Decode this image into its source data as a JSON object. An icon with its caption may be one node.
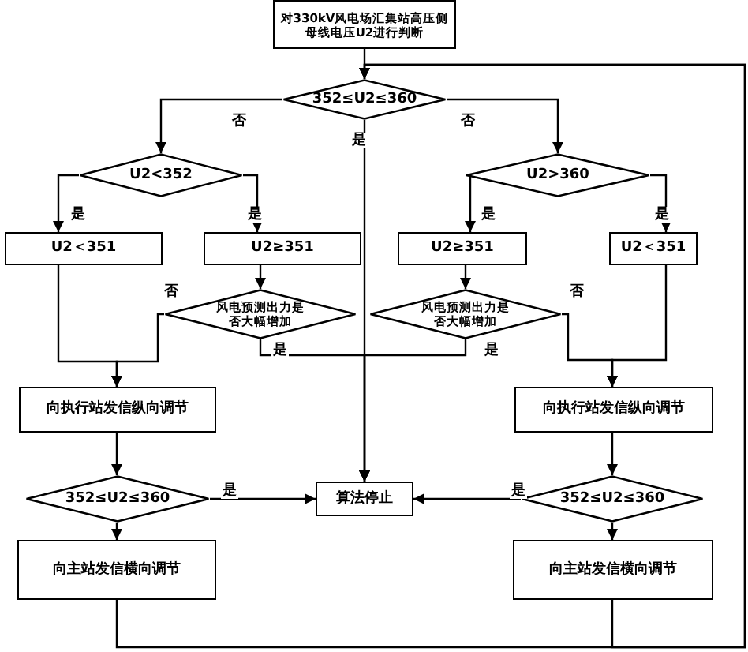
{
  "diagram": {
    "nodes": [
      {
        "text": [
          "对330kV风电场汇集站高压侧母线电压U2进行判断"
        ]
      },
      {
        "text": [
          "352≤U2≤360"
        ]
      },
      {
        "text": [
          "U2<352"
        ]
      },
      {
        "text": [
          "U2>360"
        ]
      },
      {
        "text": [
          "U2＜351"
        ]
      },
      {
        "text": [
          "U2≥351"
        ]
      },
      {
        "text": [
          "U2≥351"
        ]
      },
      {
        "text": [
          "U2＜351"
        ]
      },
      {
        "text": [
          "风电预测出力是否大幅增加"
        ]
      },
      {
        "text": [
          "风电预测出力是否大幅增加"
        ]
      },
      {
        "text": [
          "向执行站发信纵向调节"
        ]
      },
      {
        "text": [
          "向执行站发信纵向调节"
        ]
      },
      {
        "text": [
          "352≤U2≤360"
        ]
      },
      {
        "text": [
          "算法停止"
        ]
      },
      {
        "text": [
          "352≤U2≤360"
        ]
      },
      {
        "text": [
          "向主站发信横向调节"
        ]
      },
      {
        "text": [
          "向主站发信横向调节"
        ]
      }
    ],
    "edges": [
      {
        "from": 0,
        "to": 1,
        "arrow": "to"
      },
      {
        "from": 1,
        "to": 2,
        "arrow": "to",
        "label": "否"
      },
      {
        "from": 1,
        "to": 3,
        "arrow": "to",
        "label": "否"
      },
      {
        "from": 1,
        "to": 13,
        "arrow": "to",
        "label": "是"
      },
      {
        "from": 2,
        "to": 4,
        "arrow": "to",
        "label": "是"
      },
      {
        "from": 2,
        "to": 5,
        "arrow": "to",
        "label": "是"
      },
      {
        "from": 3,
        "to": 6,
        "arrow": "to",
        "label": "是"
      },
      {
        "from": 3,
        "to": 7,
        "arrow": "to",
        "label": "是"
      },
      {
        "from": 4,
        "to": 10,
        "arrow": "to"
      },
      {
        "from": 5,
        "to": 8,
        "arrow": "to"
      },
      {
        "from": 8,
        "to": 10,
        "arrow": "to",
        "label": "否"
      },
      {
        "from": 8,
        "to": 13,
        "arrow": "to",
        "label": "是"
      },
      {
        "from": 6,
        "to": 9,
        "arrow": "to"
      },
      {
        "from": 9,
        "to": 13,
        "arrow": "to",
        "label": "是"
      },
      {
        "from": 9,
        "to": 11,
        "arrow": "to",
        "label": "否"
      },
      {
        "from": 7,
        "to": 11,
        "arrow": "to"
      },
      {
        "from": 10,
        "to": 12,
        "arrow": "to"
      },
      {
        "from": 12,
        "to": 13,
        "arrow": "to",
        "label": "是"
      },
      {
        "from": 12,
        "to": 15,
        "arrow": "to"
      },
      {
        "from": 11,
        "to": 14,
        "arrow": "to"
      },
      {
        "from": 14,
        "to": 13,
        "arrow": "to",
        "label": "是"
      },
      {
        "from": 14,
        "to": 16,
        "arrow": "to"
      },
      {
        "from": 15,
        "to": 1,
        "arrow": "to"
      },
      {
        "from": 16,
        "to": 1,
        "arrow": "to"
      }
    ]
  }
}
